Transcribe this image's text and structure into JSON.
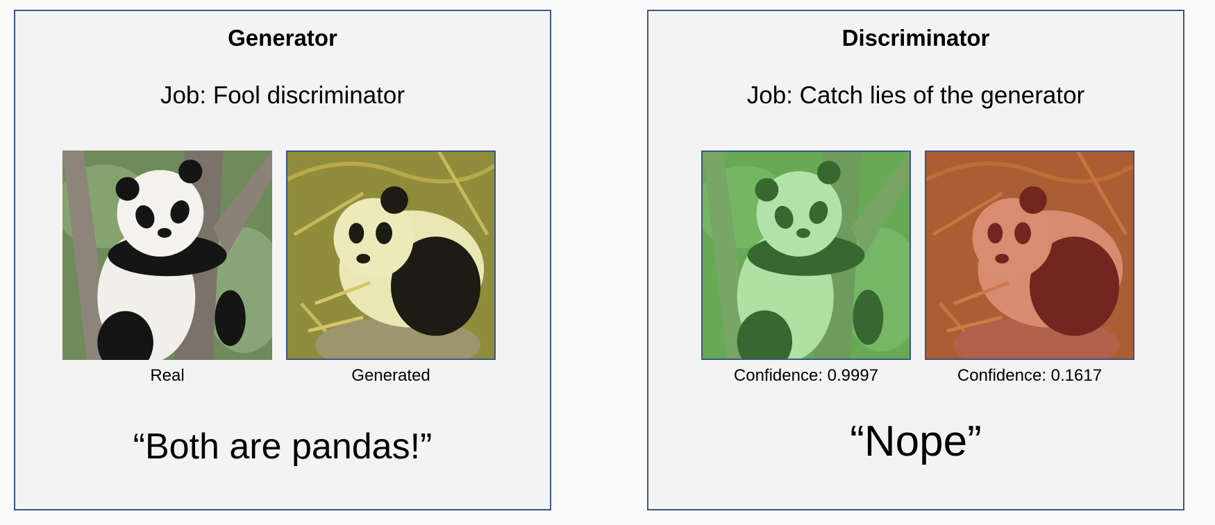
{
  "generator": {
    "title": "Generator",
    "job": "Job: Fool discriminator",
    "images": [
      {
        "caption": "Real",
        "icon": "panda-in-tree-image"
      },
      {
        "caption": "Generated",
        "icon": "panda-sitting-image"
      }
    ],
    "quote": "“Both are pandas!”"
  },
  "discriminator": {
    "title": "Discriminator",
    "job": "Job: Catch lies of the generator",
    "images": [
      {
        "caption": "Confidence: 0.9997",
        "icon": "panda-in-tree-image",
        "tint": "#5fcf4f"
      },
      {
        "caption": "Confidence: 0.1617",
        "icon": "panda-sitting-image",
        "tint": "#c8302a"
      }
    ],
    "quote": "“Nope”"
  },
  "colors": {
    "panel_border": "#3b5584",
    "panel_bg": "#f3f3f3",
    "confident_tint": "#5fcf4f",
    "rejected_tint": "#c8302a"
  }
}
